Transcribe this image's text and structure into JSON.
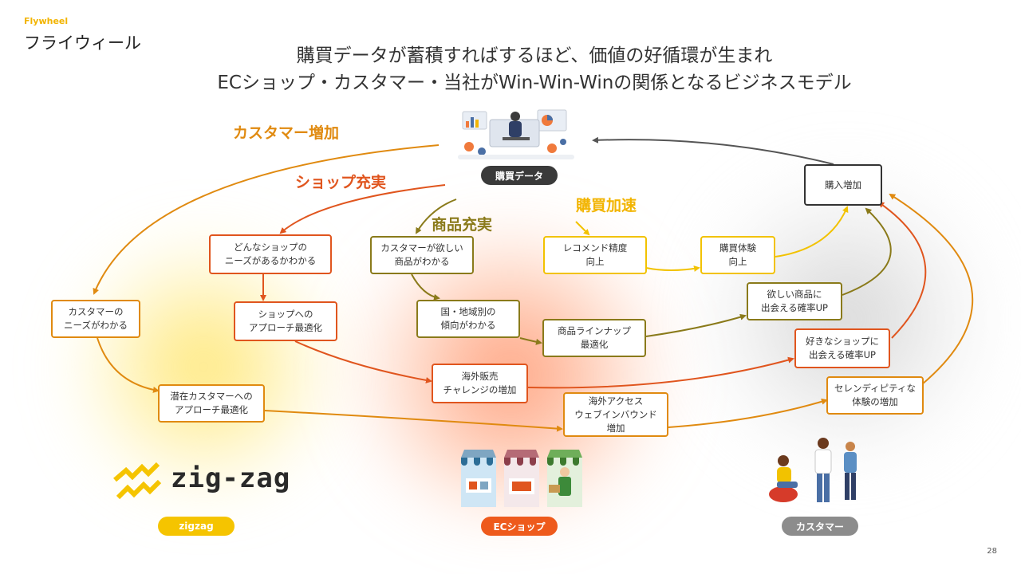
{
  "header": {
    "eyebrow": "Flywheel",
    "title": "フライウィール",
    "headline_line1": "購買データが蓄積すればするほど、価値の好循環が生まれ",
    "headline_line2": "ECショップ・カスタマー・当社がWin-Win-Winの関係となるビジネスモデル"
  },
  "center": {
    "data_label": "購買データ"
  },
  "phases": {
    "customer_growth": "カスタマー増加",
    "shop_growth": "ショップ充実",
    "product_growth": "商品充実",
    "purchase_accel": "購買加速"
  },
  "nodes": {
    "purchase_increase": "購入増加",
    "shop_needs": "どんなショップの\nニーズがあるかわかる",
    "customer_wants": "カスタマーが欲しい\n商品がわかる",
    "recommend": "レコメンド精度\n向上",
    "experience": "購買体験\n向上",
    "customer_needs": "カスタマーの\nニーズがわかる",
    "shop_approach": "ショップへの\nアプローチ最適化",
    "region_trend": "国・地域別の\n傾向がわかる",
    "lineup": "商品ラインナップ\n最適化",
    "meet_product": "欲しい商品に\n出会える確率UP",
    "meet_shop": "好きなショップに\n出会える確率UP",
    "overseas_sales": "海外販売\nチャレンジの増加",
    "potential_approach": "潜在カスタマーへの\nアプローチ最適化",
    "overseas_access": "海外アクセス\nウェブインバウンド\n増加",
    "serendipity": "セレンディピティな\n体験の増加"
  },
  "logos": {
    "zigzag": "zig-zag"
  },
  "labels": {
    "zigzag": "zigzag",
    "ec_shop": "ECショップ",
    "customer": "カスタマー"
  },
  "footer": {
    "page_number": "28"
  },
  "colors": {
    "orange": "#e08a10",
    "red": "#e0551e",
    "olive": "#8a7a1a",
    "yellow": "#f2c200",
    "gray": "#555555",
    "zigzag_yellow": "#f5c400",
    "ec_orange": "#ee5a1c",
    "customer_gray": "#8c8c8c"
  }
}
